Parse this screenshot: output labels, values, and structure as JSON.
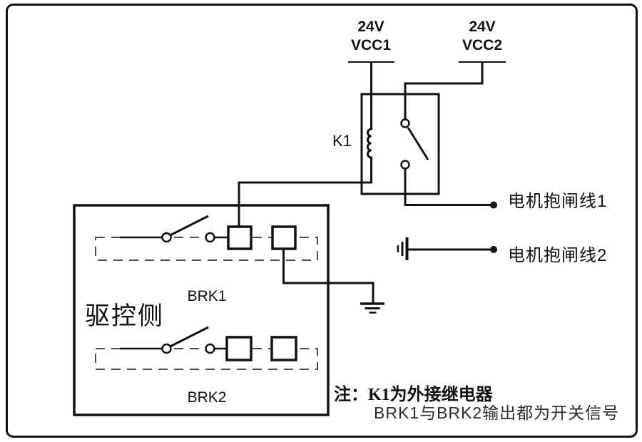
{
  "page": {
    "background_color": "#ffffff",
    "border_color": "#111111"
  },
  "colors": {
    "solid_line": "#111111",
    "dashed_box": "#4d4d4d"
  },
  "power": {
    "vcc1": {
      "voltage": "24V",
      "name": "VCC1"
    },
    "vcc2": {
      "voltage": "24V",
      "name": "VCC2"
    }
  },
  "relay": {
    "label": "K1"
  },
  "outputs": {
    "brake_line1": "电机抱闸线1",
    "brake_line2": "电机抱闸线2"
  },
  "drive_side": {
    "label": "驱控侧",
    "brk1": "BRK1",
    "brk2": "BRK2"
  },
  "note": {
    "line1": "注：K1为外接继电器",
    "line2": "BRK1与BRK2输出都为开关信号"
  }
}
